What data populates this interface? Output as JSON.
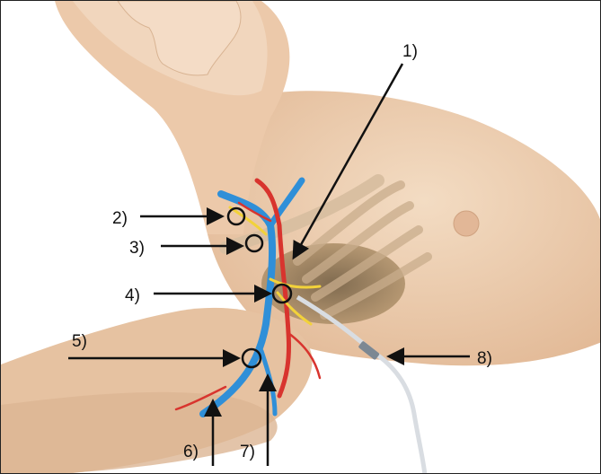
{
  "figure": {
    "callouts": [
      {
        "id": "1",
        "text": "1)"
      },
      {
        "id": "2",
        "text": "2)"
      },
      {
        "id": "3",
        "text": "3)"
      },
      {
        "id": "4",
        "text": "4)"
      },
      {
        "id": "5",
        "text": "5)"
      },
      {
        "id": "6",
        "text": "6)"
      },
      {
        "id": "7",
        "text": "7)"
      },
      {
        "id": "8",
        "text": "8)"
      }
    ]
  },
  "colors": {
    "skin": "#efd2b6",
    "skin_shadow": "#d9b08f",
    "vein": "#2f8fd8",
    "artery": "#d8342e",
    "nerve": "#f2d23a",
    "arrow": "#111111"
  }
}
